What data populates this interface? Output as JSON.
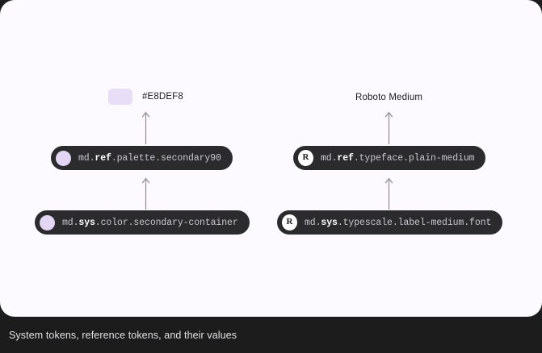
{
  "card": {
    "background_color": "#FDFAFF",
    "columns": [
      {
        "id": "color-column",
        "value": {
          "kind": "color-swatch",
          "swatch_color": "#E8DEF8",
          "label": "#E8DEF8"
        },
        "reference_token": {
          "icon": "color-dot-icon",
          "icon_color": "#E3D6F5",
          "prefix": "md.",
          "emphasis": "ref",
          "suffix": ".palette.secondary90",
          "full": "md.ref.palette.secondary90"
        },
        "system_token": {
          "icon": "color-dot-icon",
          "icon_color": "#E3D6F5",
          "prefix": "md.",
          "emphasis": "sys",
          "suffix": ".color.secondary-container",
          "full": "md.sys.color.secondary-container"
        }
      },
      {
        "id": "typeface-column",
        "value": {
          "kind": "text",
          "label": "Roboto Medium"
        },
        "reference_token": {
          "icon": "font-badge-icon",
          "icon_glyph": "R",
          "prefix": "md.",
          "emphasis": "ref",
          "suffix": ".typeface.plain-medium",
          "full": "md.ref.typeface.plain-medium"
        },
        "system_token": {
          "icon": "font-badge-icon",
          "icon_glyph": "R",
          "prefix": "md.",
          "emphasis": "sys",
          "suffix": ".typescale.label-medium.font",
          "full": "md.sys.typescale.label-medium.font"
        }
      }
    ],
    "arrows": {
      "direction": "up",
      "color": "#9A9499"
    }
  },
  "caption": {
    "text": "System tokens, reference tokens, and their values",
    "background_color": "#1C1C1C",
    "text_color": "#E3E1E4"
  }
}
